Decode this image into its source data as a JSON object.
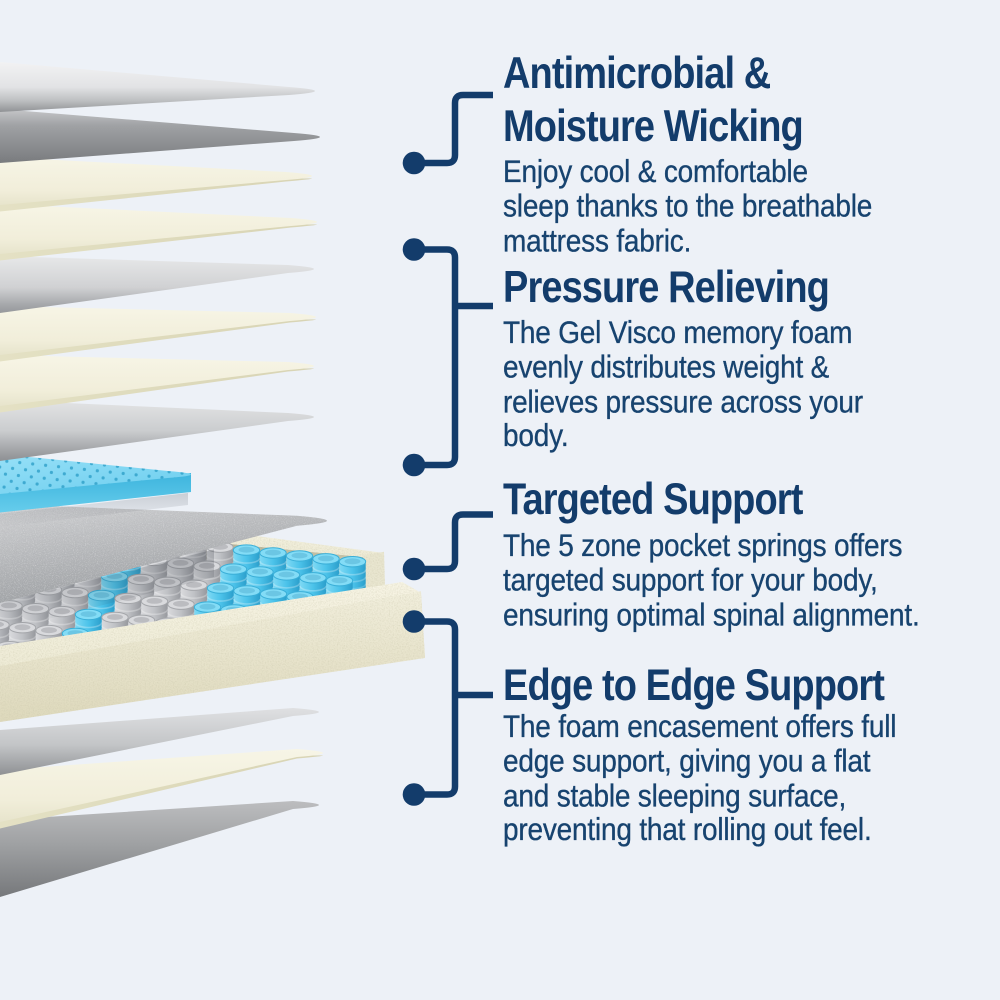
{
  "page": {
    "background": "#edf1f7",
    "accent": "#133c6b",
    "body_color": "#17436f"
  },
  "features": [
    {
      "title": "Antimicrobial &\nMoisture Wicking",
      "body": "Enjoy cool & comfortable\nsleep thanks to the breathable\nmattress fabric."
    },
    {
      "title": "Pressure Relieving",
      "body": "The Gel Visco memory foam\nevenly distributes weight &\nrelieves pressure across your\nbody."
    },
    {
      "title": "Targeted Support",
      "body": "The 5 zone pocket springs offers\ntargeted support for your body,\nensuring optimal spinal alignment."
    },
    {
      "title": "Edge to Edge Support",
      "body": "The foam encasement offers full\nedge support, giving you a flat\nand stable sleeping surface,\npreventing that rolling out feel."
    }
  ],
  "illustration": {
    "label": "exploded mattress layers",
    "layers": [
      {
        "id": "top-fabric-sheet",
        "color": "#d9dadc"
      },
      {
        "id": "gray-sheet-2",
        "color": "#9b9da0"
      },
      {
        "id": "cream-foam-1",
        "color": "#f4f2e4"
      },
      {
        "id": "cream-foam-2",
        "color": "#f4f2e4"
      },
      {
        "id": "gray-sheet-3",
        "color": "#c0c2c4"
      },
      {
        "id": "cream-foam-3",
        "color": "#f4f2e4"
      },
      {
        "id": "cream-foam-4",
        "color": "#f4f2e4"
      },
      {
        "id": "gray-sheet-4",
        "color": "#bfc1c3"
      },
      {
        "id": "gel-visco-memory-foam",
        "color": "#7cd3f0"
      },
      {
        "id": "felt-pad",
        "color": "#b0b1b4"
      },
      {
        "id": "pocket-springs-blue",
        "color": "#49c3ea"
      },
      {
        "id": "pocket-springs-gray",
        "color": "#bfc1c5"
      },
      {
        "id": "foam-encasement",
        "color": "#f2efdd"
      },
      {
        "id": "gray-sheet-5",
        "color": "#c4c6c8"
      },
      {
        "id": "cream-foam-base",
        "color": "#f4f2e4"
      },
      {
        "id": "bottom-gray-sheet",
        "color": "#9b9da0"
      }
    ]
  }
}
